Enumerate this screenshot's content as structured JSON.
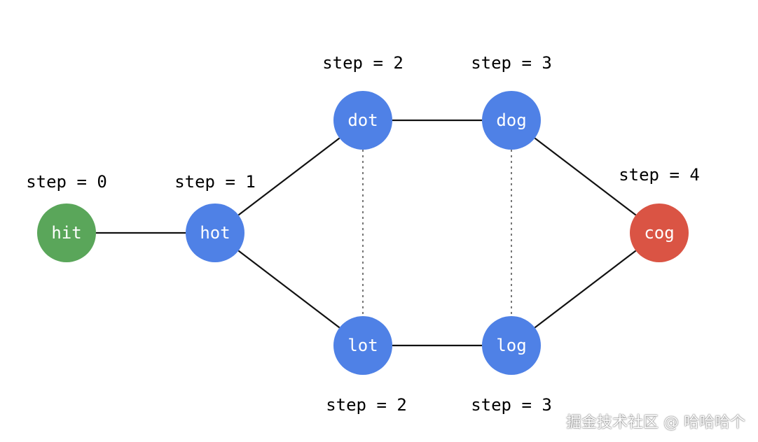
{
  "colors": {
    "start": "#5aa65a",
    "middle": "#4f81e6",
    "end": "#da5444",
    "edge": "#111111",
    "dotted": "#777777",
    "node_text": "#ffffff"
  },
  "nodes": [
    {
      "id": "hit",
      "label": "hit",
      "role": "start"
    },
    {
      "id": "hot",
      "label": "hot",
      "role": "middle"
    },
    {
      "id": "dot",
      "label": "dot",
      "role": "middle"
    },
    {
      "id": "lot",
      "label": "lot",
      "role": "middle"
    },
    {
      "id": "dog",
      "label": "dog",
      "role": "middle"
    },
    {
      "id": "log",
      "label": "log",
      "role": "middle"
    },
    {
      "id": "cog",
      "label": "cog",
      "role": "end"
    }
  ],
  "step_labels": {
    "hit": "step = 0",
    "hot": "step = 1",
    "dot": "step = 2",
    "lot": "step = 2",
    "dog": "step = 3",
    "log": "step = 3",
    "cog": "step = 4"
  },
  "edges": [
    {
      "from": "hit",
      "to": "hot",
      "style": "solid"
    },
    {
      "from": "hot",
      "to": "dot",
      "style": "solid"
    },
    {
      "from": "hot",
      "to": "lot",
      "style": "solid"
    },
    {
      "from": "dot",
      "to": "dog",
      "style": "solid"
    },
    {
      "from": "lot",
      "to": "log",
      "style": "solid"
    },
    {
      "from": "dog",
      "to": "cog",
      "style": "solid"
    },
    {
      "from": "log",
      "to": "cog",
      "style": "solid"
    },
    {
      "from": "dot",
      "to": "lot",
      "style": "dotted"
    },
    {
      "from": "dog",
      "to": "log",
      "style": "dotted"
    }
  ],
  "watermark": "掘金技术社区 @ 哈哈哈个"
}
